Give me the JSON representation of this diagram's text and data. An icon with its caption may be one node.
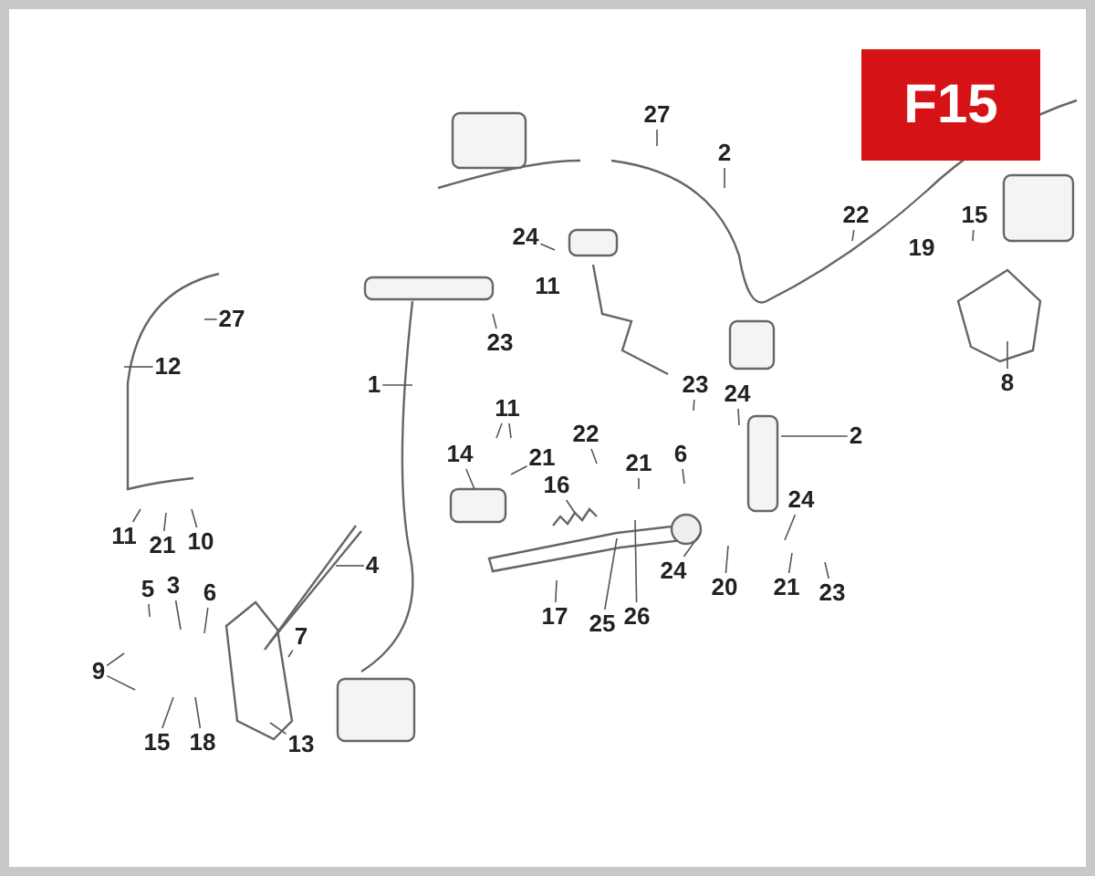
{
  "diagram": {
    "nodes": [
      {
        "text": [
          "27"
        ]
      },
      {
        "text": [
          "2"
        ]
      },
      {
        "text": [
          "22"
        ]
      },
      {
        "text": [
          "15"
        ]
      },
      {
        "text": [
          "8"
        ]
      },
      {
        "text": [
          "24"
        ]
      },
      {
        "text": [
          "27"
        ]
      },
      {
        "text": [
          "12"
        ]
      },
      {
        "text": [
          "1"
        ]
      },
      {
        "text": [
          "23"
        ]
      },
      {
        "text": [
          "11"
        ]
      },
      {
        "text": [
          "14"
        ]
      },
      {
        "text": [
          "21"
        ]
      },
      {
        "text": [
          "22"
        ]
      },
      {
        "text": [
          "21"
        ]
      },
      {
        "text": [
          "6"
        ]
      },
      {
        "text": [
          "23"
        ]
      },
      {
        "text": [
          "24"
        ]
      },
      {
        "text": [
          "2"
        ]
      },
      {
        "text": [
          "16"
        ]
      },
      {
        "text": [
          "11"
        ]
      },
      {
        "text": [
          "21"
        ]
      },
      {
        "text": [
          "10"
        ]
      },
      {
        "text": [
          "4"
        ]
      },
      {
        "text": [
          "5"
        ]
      },
      {
        "text": [
          "3"
        ]
      },
      {
        "text": [
          "6"
        ]
      },
      {
        "text": [
          "7"
        ]
      },
      {
        "text": [
          "9"
        ]
      },
      {
        "text": [
          "15"
        ]
      },
      {
        "text": [
          "18"
        ]
      },
      {
        "text": [
          "13"
        ]
      },
      {
        "text": [
          "17"
        ]
      },
      {
        "text": [
          "25"
        ]
      },
      {
        "text": [
          "26"
        ]
      },
      {
        "text": [
          "24"
        ]
      },
      {
        "text": [
          "20"
        ]
      },
      {
        "text": [
          "24"
        ]
      },
      {
        "text": [
          "21"
        ]
      },
      {
        "text": [
          "23"
        ]
      }
    ],
    "edges": [
      {
        "from": 0,
        "to": null,
        "arrow": "none"
      },
      {
        "from": 1,
        "to": null,
        "arrow": "none"
      },
      {
        "from": 2,
        "to": null,
        "arrow": "none"
      },
      {
        "from": 3,
        "to": null,
        "arrow": "none"
      },
      {
        "from": 4,
        "to": null,
        "arrow": "none"
      },
      {
        "from": 5,
        "to": null,
        "arrow": "none"
      },
      {
        "from": 6,
        "to": null,
        "arrow": "none"
      },
      {
        "from": 7,
        "to": null,
        "arrow": "none"
      },
      {
        "from": 8,
        "to": null,
        "arrow": "none"
      },
      {
        "from": 9,
        "to": null,
        "arrow": "none"
      },
      {
        "from": 10,
        "to": null,
        "arrow": "none"
      },
      {
        "from": 10,
        "to": null,
        "arrow": "none"
      },
      {
        "from": 11,
        "to": null,
        "arrow": "none"
      },
      {
        "from": 12,
        "to": null,
        "arrow": "none"
      },
      {
        "from": 13,
        "to": null,
        "arrow": "none"
      },
      {
        "from": 14,
        "to": null,
        "arrow": "none"
      },
      {
        "from": 15,
        "to": null,
        "arrow": "none"
      },
      {
        "from": 16,
        "to": null,
        "arrow": "none"
      },
      {
        "from": 17,
        "to": null,
        "arrow": "none"
      },
      {
        "from": 18,
        "to": null,
        "arrow": "none"
      },
      {
        "from": 19,
        "to": null,
        "arrow": "none"
      },
      {
        "from": 20,
        "to": null,
        "arrow": "none"
      },
      {
        "from": 21,
        "to": null,
        "arrow": "none"
      },
      {
        "from": 22,
        "to": null,
        "arrow": "none"
      },
      {
        "from": 23,
        "to": null,
        "arrow": "none"
      },
      {
        "from": 24,
        "to": null,
        "arrow": "none"
      },
      {
        "from": 25,
        "to": null,
        "arrow": "none"
      },
      {
        "from": 26,
        "to": null,
        "arrow": "none"
      },
      {
        "from": 27,
        "to": null,
        "arrow": "none"
      },
      {
        "from": 28,
        "to": null,
        "arrow": "none"
      },
      {
        "from": 28,
        "to": null,
        "arrow": "none"
      },
      {
        "from": 29,
        "to": null,
        "arrow": "none"
      },
      {
        "from": 30,
        "to": null,
        "arrow": "none"
      },
      {
        "from": 31,
        "to": null,
        "arrow": "none"
      },
      {
        "from": 32,
        "to": null,
        "arrow": "none"
      },
      {
        "from": 33,
        "to": null,
        "arrow": "none"
      },
      {
        "from": 34,
        "to": null,
        "arrow": "none"
      },
      {
        "from": 35,
        "to": null,
        "arrow": "none"
      },
      {
        "from": 36,
        "to": null,
        "arrow": "none"
      },
      {
        "from": 37,
        "to": null,
        "arrow": "none"
      },
      {
        "from": 38,
        "to": null,
        "arrow": "none"
      },
      {
        "from": 39,
        "to": null,
        "arrow": "none"
      }
    ],
    "labels": [
      "F15",
      "19",
      "11"
    ]
  }
}
